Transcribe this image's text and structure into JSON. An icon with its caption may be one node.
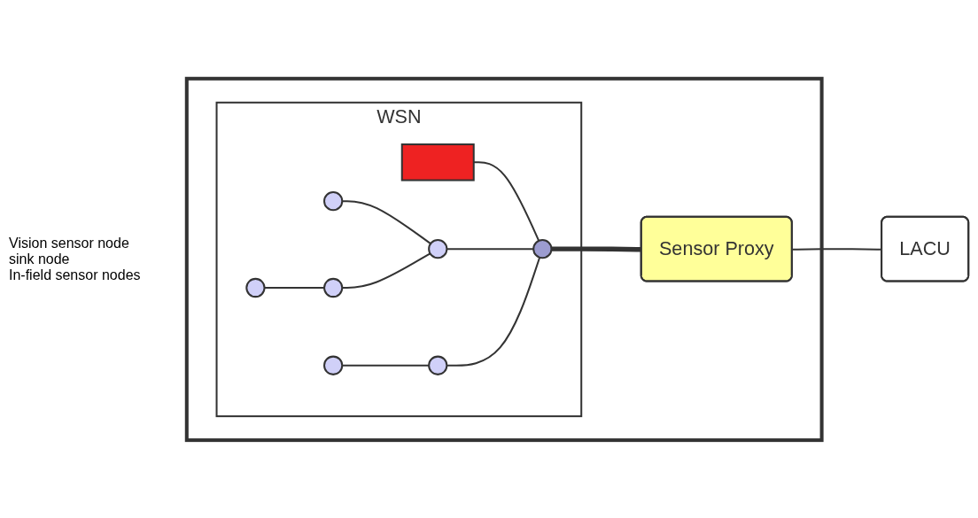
{
  "diagram": {
    "nodes": [
      {
        "text": [],
        "shape": "box"
      },
      {
        "text": [
          "WSN"
        ],
        "in": 0
      },
      {
        "text": [],
        "shape": "box",
        "in": 1
      },
      {
        "text": [],
        "shape": "circle",
        "in": 1
      },
      {
        "text": [],
        "shape": "circle",
        "in": 1
      },
      {
        "text": [],
        "shape": "circle",
        "in": 1
      },
      {
        "text": [],
        "shape": "circle",
        "in": 1
      },
      {
        "text": [],
        "shape": "circle",
        "in": 1
      },
      {
        "text": [],
        "shape": "circle",
        "in": 1
      },
      {
        "text": [],
        "shape": "circle",
        "in": 1
      },
      {
        "text": [
          "Sensor Proxy"
        ],
        "in": 0
      },
      {
        "text": [
          "LACU"
        ]
      }
    ],
    "edges": [
      {
        "from": 2,
        "to": 3,
        "arrow": "none"
      },
      {
        "from": 4,
        "to": 5,
        "arrow": "none"
      },
      {
        "from": 5,
        "to": 3,
        "arrow": "none"
      },
      {
        "from": 6,
        "to": 5,
        "arrow": "none"
      },
      {
        "from": 7,
        "to": 6,
        "arrow": "none"
      },
      {
        "from": 8,
        "to": 3,
        "arrow": "none"
      },
      {
        "from": 9,
        "to": 8,
        "arrow": "none"
      },
      {
        "from": 3,
        "to": 10,
        "arrow": "none",
        "style": "thick"
      },
      {
        "from": 10,
        "to": 11,
        "arrow": "none"
      }
    ],
    "labels": [
      "Vision sensor node",
      "sink node",
      "In-field sensor nodes"
    ]
  }
}
